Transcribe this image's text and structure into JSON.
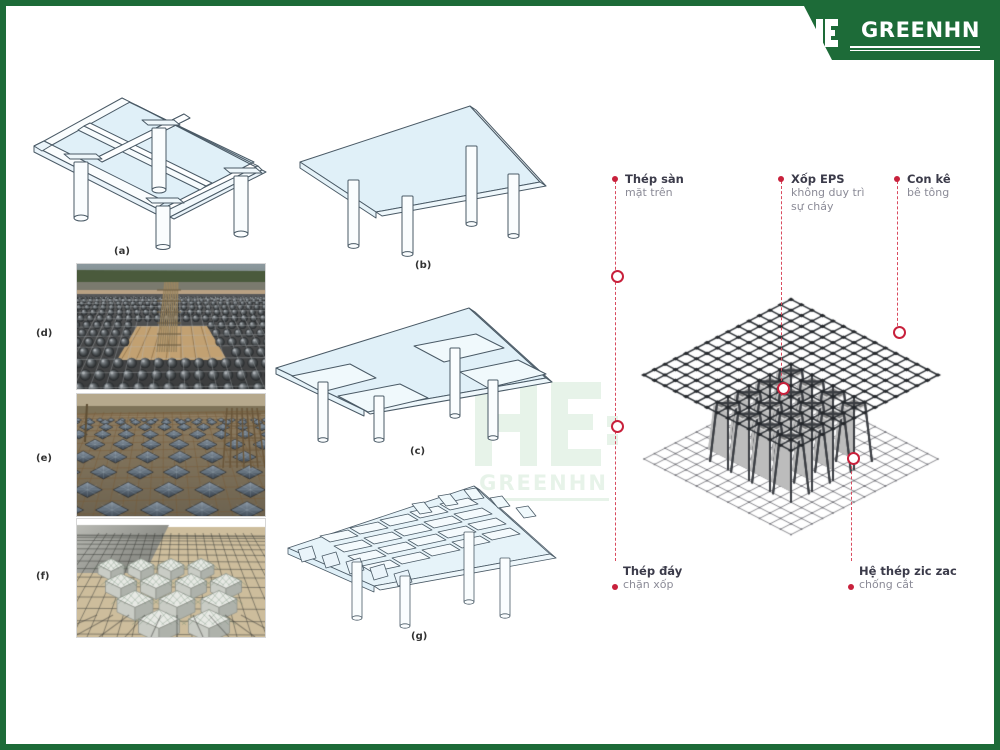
{
  "brand": {
    "name": "GREENHN",
    "logo_icon": "greenhn-h-logo-icon",
    "banner_color": "#1d6b38",
    "watermark_text": "GREENHN",
    "watermark_color": "#d4ead8"
  },
  "frame": {
    "border_color": "#1d6b38"
  },
  "figures": {
    "a": {
      "label": "(a)",
      "name": "beam-and-slab-floor-system"
    },
    "b": {
      "label": "(b)",
      "name": "flat-plate-slab"
    },
    "c": {
      "label": "(c)",
      "name": "flat-slab-with-drop-panels"
    },
    "d": {
      "label": "(d)",
      "name": "bubble-deck-site-photo"
    },
    "e": {
      "label": "(e)",
      "name": "square-void-former-site-photo"
    },
    "f": {
      "label": "(f)",
      "name": "box-void-former-site-photo"
    },
    "g": {
      "label": "(g)",
      "name": "waffle-slab"
    }
  },
  "callouts": {
    "top_left": {
      "title": "Thép sàn",
      "subtitle_1": "mặt trên",
      "subtitle_2": ""
    },
    "top_mid": {
      "title": "Xốp EPS",
      "subtitle_1": "không duy trì",
      "subtitle_2": "sự cháy"
    },
    "top_right": {
      "title": "Con kê",
      "subtitle_1": "bê tông",
      "subtitle_2": ""
    },
    "bot_left": {
      "title": "Thép đáy",
      "subtitle_1": "chặn xốp",
      "subtitle_2": ""
    },
    "bot_right": {
      "title": "Hệ thép zic zac",
      "subtitle_1": "chống cắt",
      "subtitle_2": ""
    },
    "marker_color": "#c8213c"
  },
  "colors": {
    "slab_fill": "#e2f2f8",
    "slab_stroke": "#4a5a66",
    "column_fill": "#f2f7fa",
    "rebar": "#2f3338",
    "eps_block": "#dcdcdc"
  }
}
